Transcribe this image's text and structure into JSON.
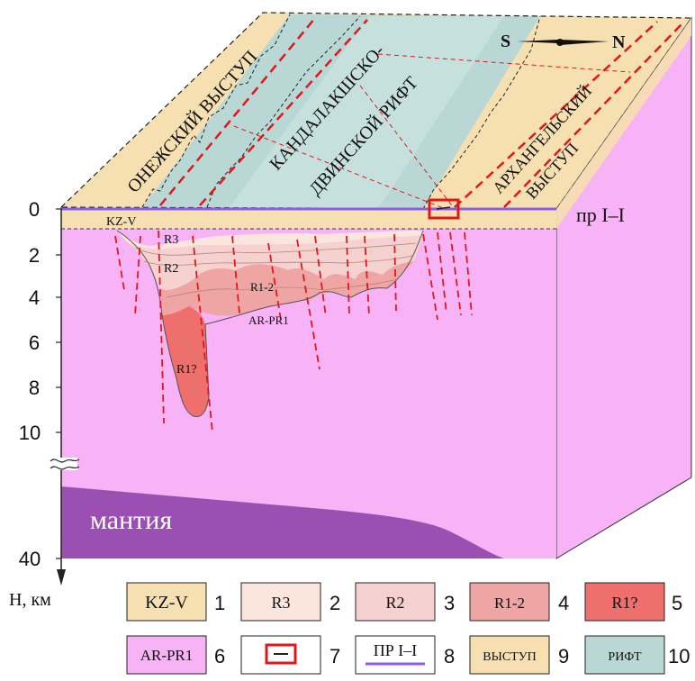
{
  "block_labels": {
    "onega": "ОНЕЖСКИЙ  ВЫСТУП",
    "rift1": "КАНДАЛАКШСКО-",
    "rift2": "ДВИНСКОЙ РИФТ",
    "arch1": "АРХАНГЕЛЬСКИЙ",
    "arch2": "ВЫСТУП",
    "profile": "пр I–I",
    "mantle": "мантия",
    "axis_unit": "H, км"
  },
  "compass": {
    "south": "S",
    "north": "N"
  },
  "depth_ticks": [
    "0",
    "2",
    "4",
    "6",
    "8",
    "10",
    "40"
  ],
  "section_labels": {
    "kzv": "KZ-V",
    "r3": "R3",
    "r2": "R2",
    "r12": "R1-2",
    "r1q": "R1?",
    "arpr": "AR-PR1"
  },
  "legend": [
    {
      "num": "1",
      "label": "KZ-V",
      "color": "#f6dfb0"
    },
    {
      "num": "2",
      "label": "R3",
      "color": "#fbe6de"
    },
    {
      "num": "3",
      "label": "R2",
      "color": "#f5d2cf"
    },
    {
      "num": "4",
      "label": "R1-2",
      "color": "#eea5a3"
    },
    {
      "num": "5",
      "label": "R1?",
      "color": "#ee6f6c"
    },
    {
      "num": "6",
      "label": "AR-PR1",
      "color": "#f7b3f6"
    },
    {
      "num": "7",
      "label": "",
      "color": "#ffffff"
    },
    {
      "num": "8",
      "label": "ПР I–I",
      "color": "#8a5cf0"
    },
    {
      "num": "9",
      "label": "ВЫСТУП",
      "color": "#f6dfb0"
    },
    {
      "num": "10",
      "label": "РИФТ",
      "color": "#b9d7d5"
    }
  ],
  "colors": {
    "crust": "#f7b3f6",
    "mantle": "#9b4fb3",
    "kzv": "#f6dfb0",
    "rift": "#b9d7d5",
    "fault": "#e0181a",
    "profile": "#8a5cf0"
  }
}
